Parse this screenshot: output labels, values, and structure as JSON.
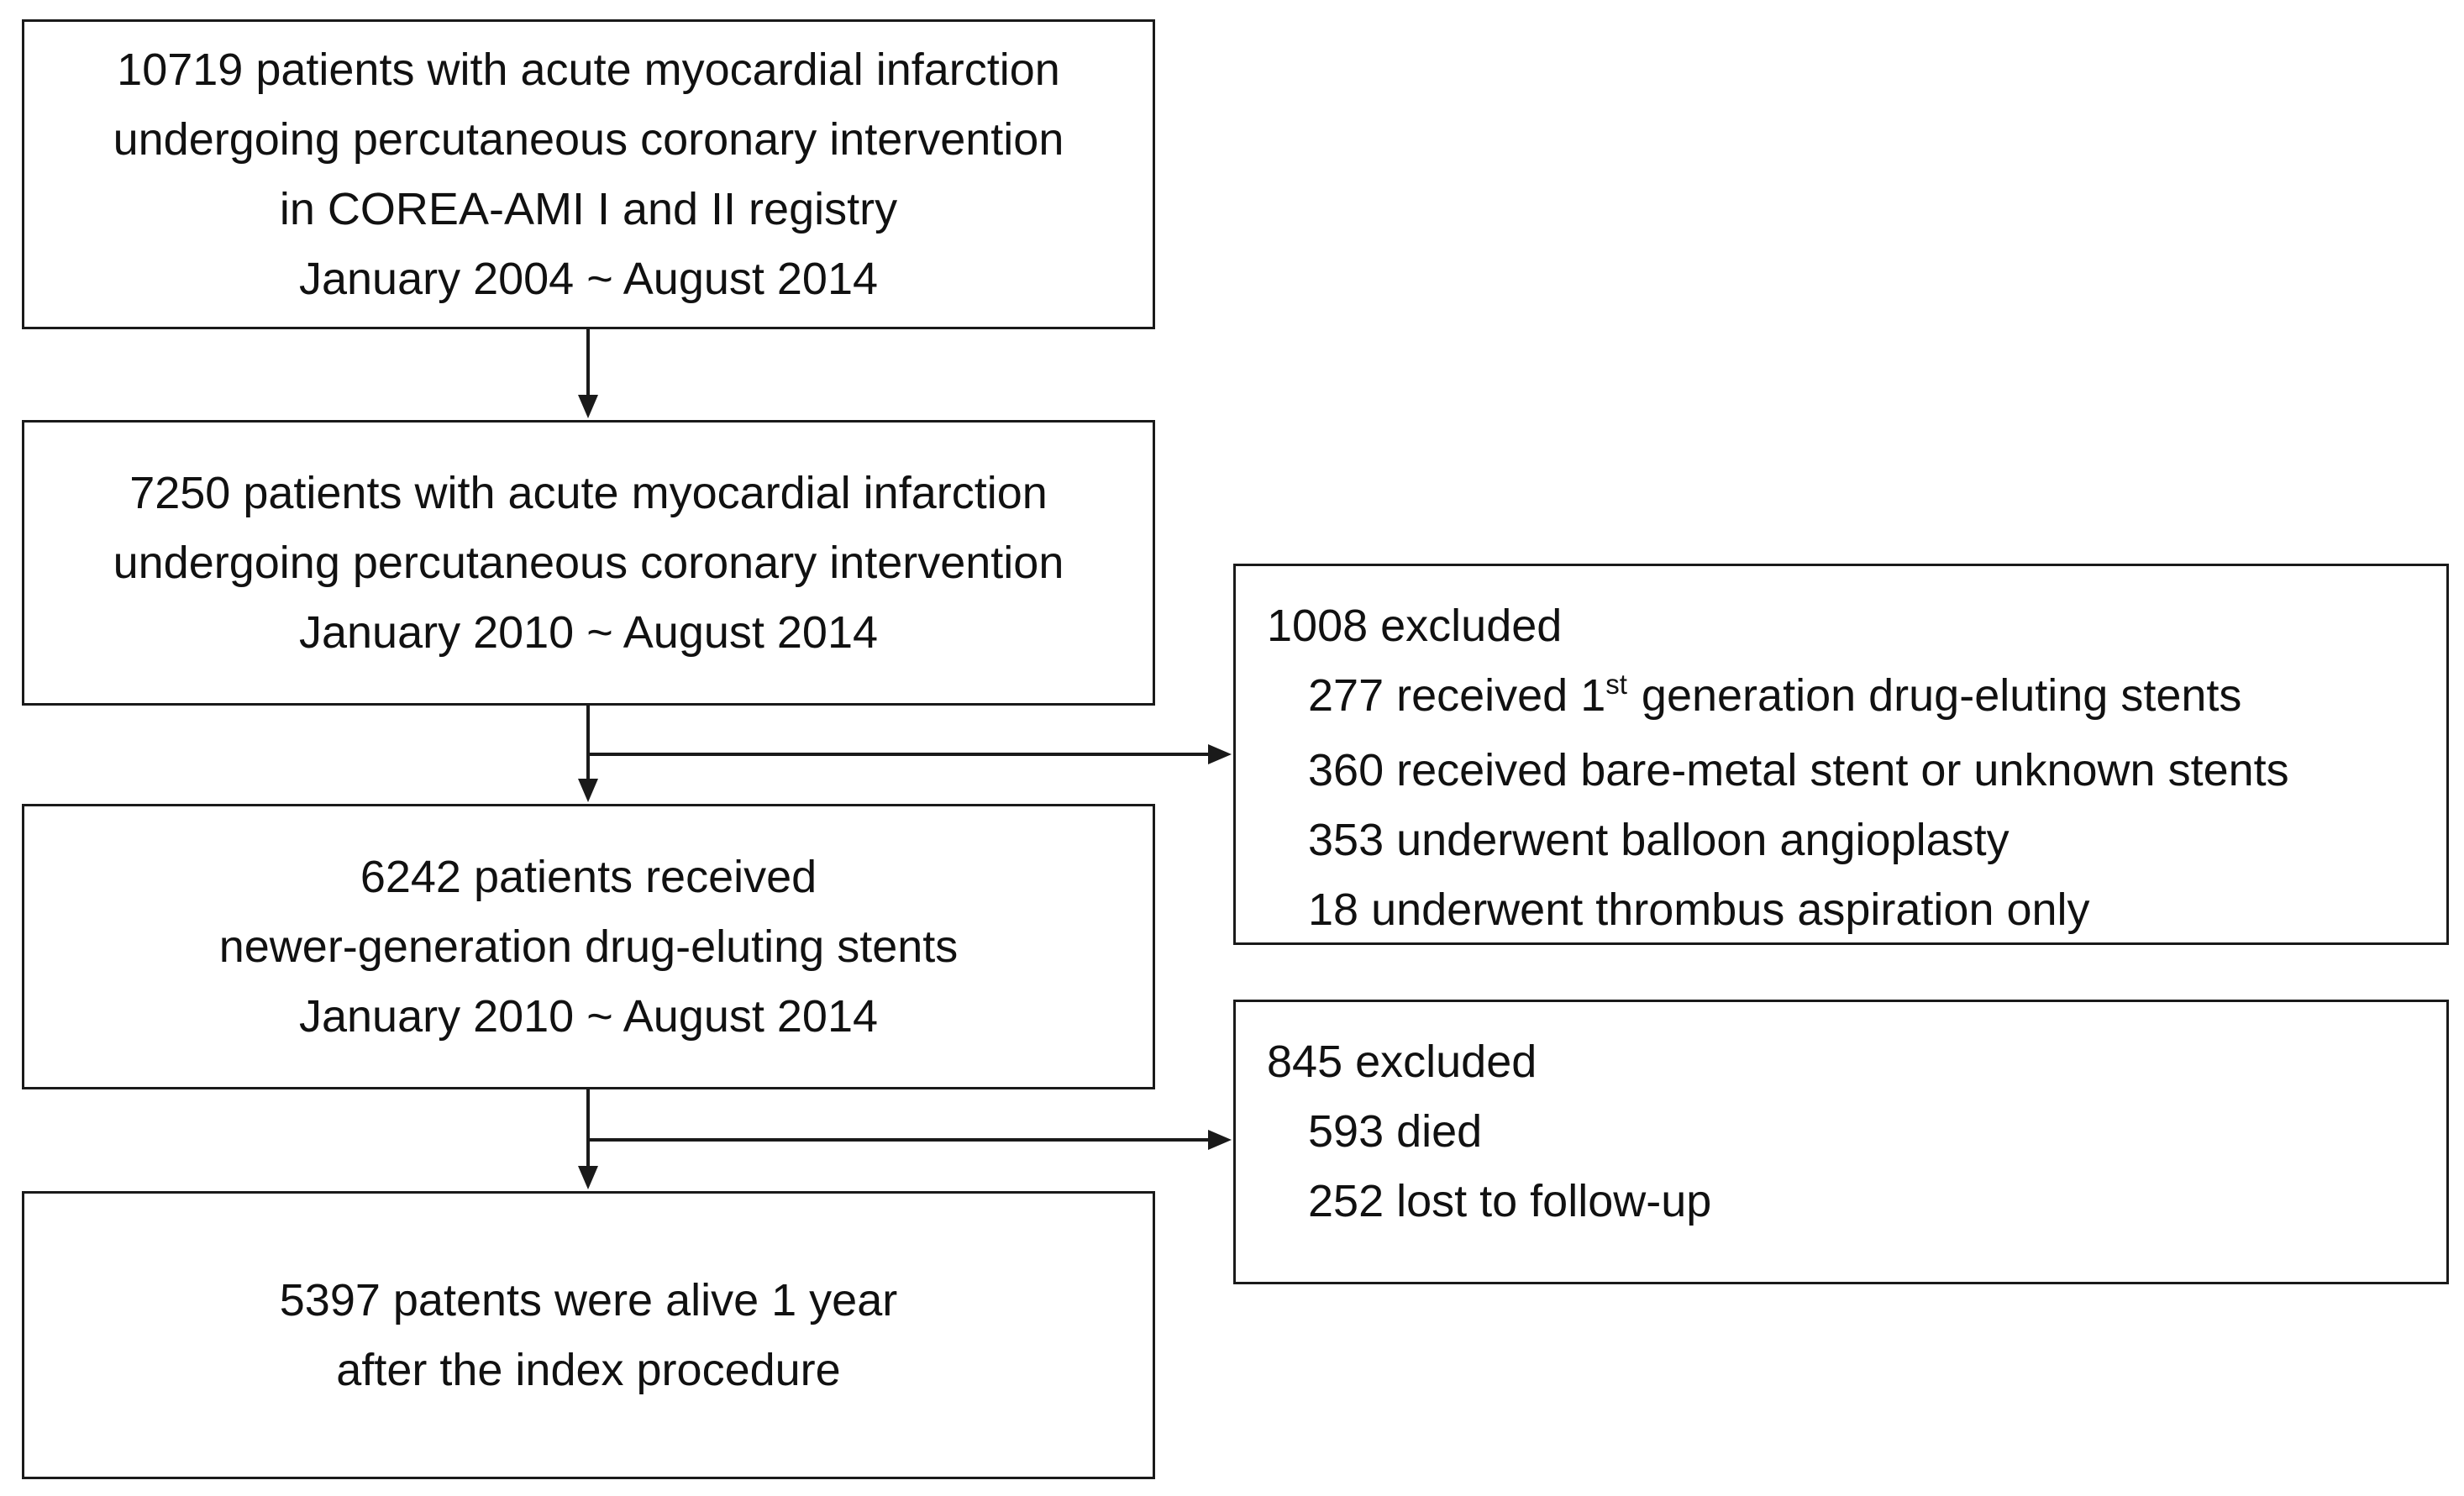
{
  "flowchart": {
    "box1": {
      "lines": [
        "10719 patients with acute myocardial infarction",
        "undergoing percutaneous coronary intervention",
        "in COREA-AMI I and II registry",
        "January 2004 ~ August 2014"
      ]
    },
    "box2": {
      "lines": [
        "7250 patients with acute myocardial infarction",
        "undergoing percutaneous coronary intervention",
        "January 2010 ~ August 2014"
      ]
    },
    "box3": {
      "lines": [
        "6242 patients received",
        "newer-generation drug-eluting stents",
        "January 2010 ~ August 2014"
      ]
    },
    "box4": {
      "lines": [
        "5397 patents were alive 1 year",
        "after the index procedure"
      ]
    },
    "exclusion1": {
      "header": "1008 excluded",
      "item1_prefix": "277 received 1",
      "item1_sup": "st",
      "item1_suffix": " generation drug-eluting stents",
      "item2": "360 received bare-metal stent or unknown stents",
      "item3": "353 underwent balloon angioplasty",
      "item4": "18 underwent thrombus aspiration only"
    },
    "exclusion2": {
      "header": "845 excluded",
      "item1": "593 died",
      "item2": "252 lost to follow-up"
    }
  }
}
